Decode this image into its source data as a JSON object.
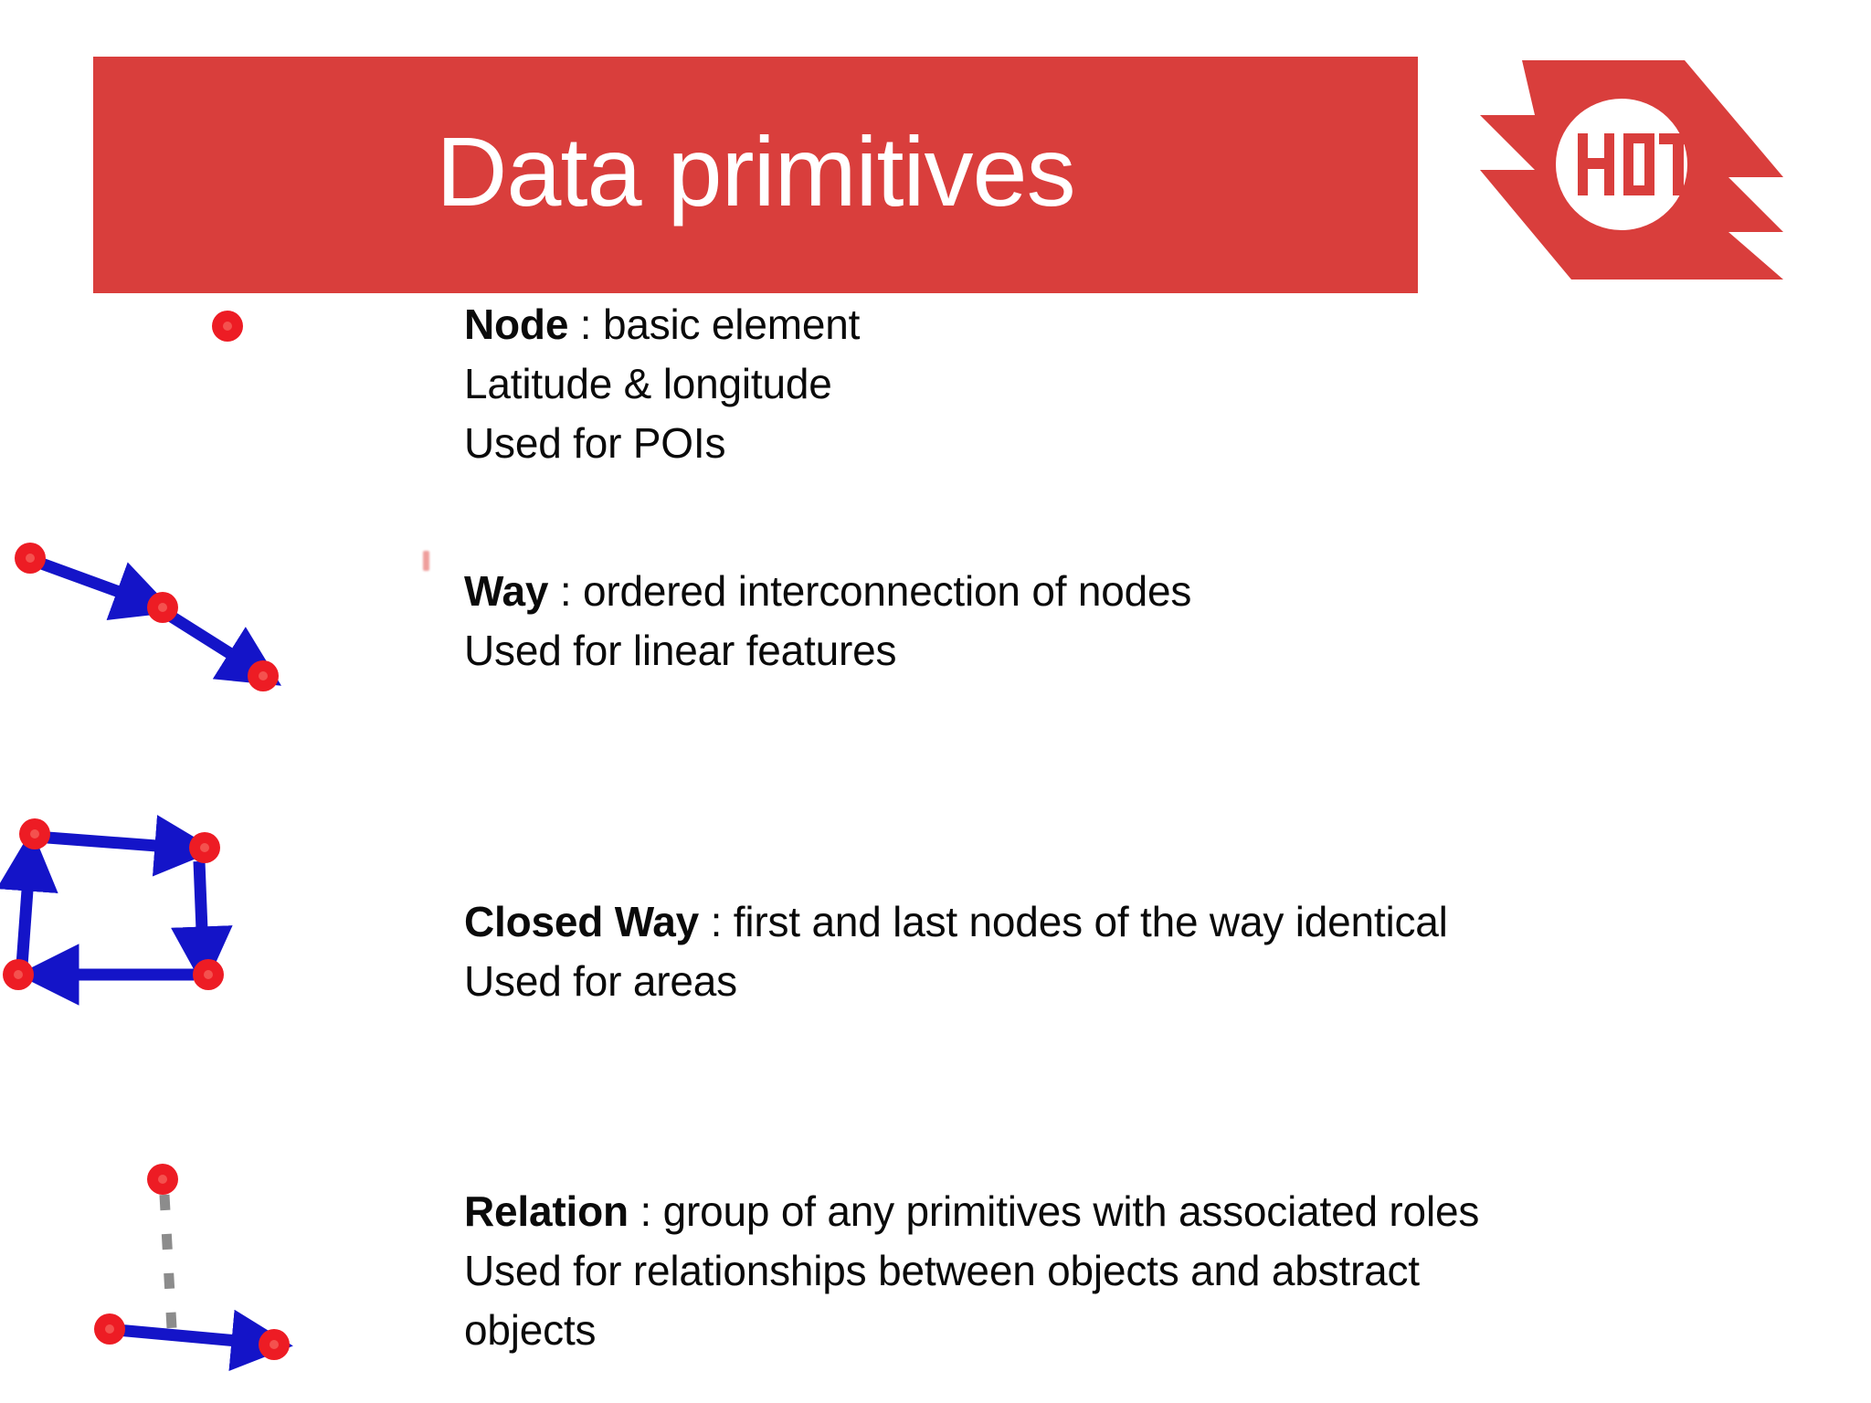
{
  "slide": {
    "title": "Data primitives",
    "background_color": "#ffffff",
    "accent_color": "#D93E3C",
    "node_color": "#ED1C24",
    "arrow_color": "#1414C8",
    "dashed_color": "#8C8C8C",
    "text_color": "#0a0a0a"
  },
  "logo": {
    "name": "hot-logo",
    "text": "HOT",
    "shape_color": "#D93E3C",
    "circle_color": "#ffffff"
  },
  "rows": [
    {
      "key": "node",
      "diagram": "single-node",
      "lines": [
        {
          "lead": "Node",
          "rest": " : basic element"
        },
        {
          "lead": "",
          "rest": "Latitude & longitude"
        },
        {
          "lead": "",
          "rest": "Used for POIs"
        }
      ]
    },
    {
      "key": "way",
      "diagram": "open-way-three-nodes",
      "lines": [
        {
          "lead": "Way",
          "rest": " : ordered interconnection of nodes"
        },
        {
          "lead": "",
          "rest": "Used for linear features"
        }
      ]
    },
    {
      "key": "closed-way",
      "diagram": "closed-way-quadrilateral",
      "lines": [
        {
          "lead": "Closed Way",
          "rest": " : first and last nodes of the way identical"
        },
        {
          "lead": "",
          "rest": "Used for areas"
        }
      ]
    },
    {
      "key": "relation",
      "diagram": "relation-node-plus-way",
      "lines": [
        {
          "lead": "Relation",
          "rest": " : group of any primitives with associated roles"
        },
        {
          "lead": "",
          "rest": "Used for relationships between objects and abstract"
        },
        {
          "lead": "",
          "rest": "objects"
        }
      ]
    }
  ]
}
